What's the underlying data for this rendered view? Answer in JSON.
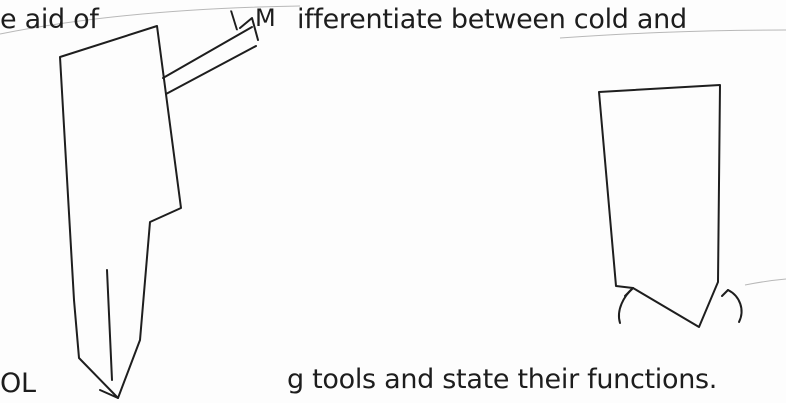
{
  "question": {
    "top_line_left": "e aid of",
    "top_line_fragment_a": "\\",
    "top_line_fragment_b": "M",
    "top_line_right": "ifferentiate between cold and",
    "bottom_line_left": "OL",
    "bottom_line_right": "g tools and state their functions."
  },
  "colors": {
    "ink": "#1e1e1e",
    "paper": "#fdfdfd"
  },
  "icons": {
    "left_sketch": "hand-drawn-cutting-tool",
    "right_sketch": "hand-drawn-pointed-tool"
  }
}
